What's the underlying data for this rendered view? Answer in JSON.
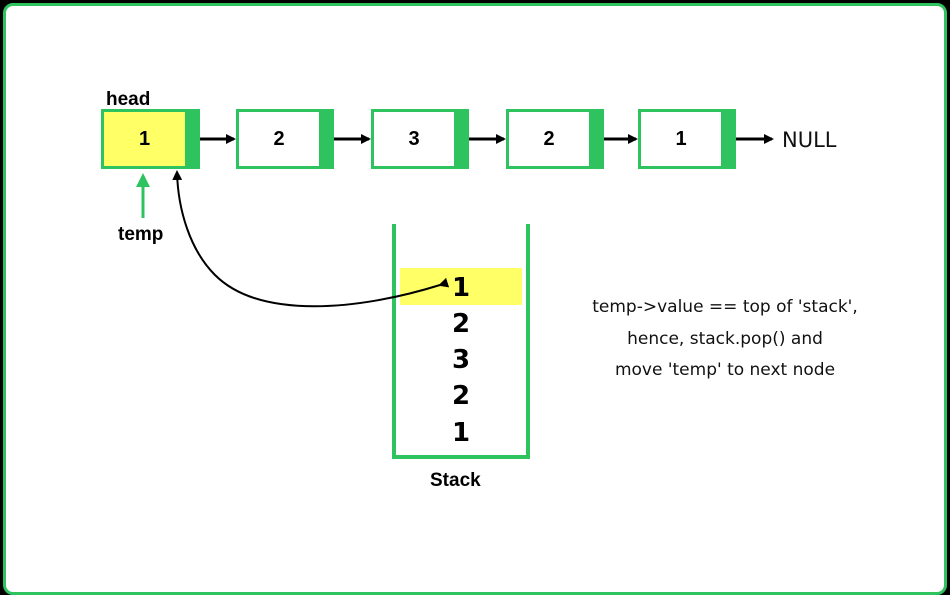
{
  "list": {
    "head_label": "head",
    "nodes": [
      {
        "value": "1"
      },
      {
        "value": "2"
      },
      {
        "value": "3"
      },
      {
        "value": "2"
      },
      {
        "value": "1"
      }
    ],
    "null_label": "NULL",
    "temp_label": "temp"
  },
  "stack": {
    "label": "Stack",
    "items": [
      "1",
      "2",
      "3",
      "2",
      "1"
    ]
  },
  "note": {
    "lines": [
      "temp->value == top of 'stack',",
      "hence, stack.pop() and",
      "move 'temp' to next node"
    ]
  },
  "colors": {
    "accent": "#2ec35f",
    "highlight": "#ffff66",
    "background": "#000000"
  }
}
